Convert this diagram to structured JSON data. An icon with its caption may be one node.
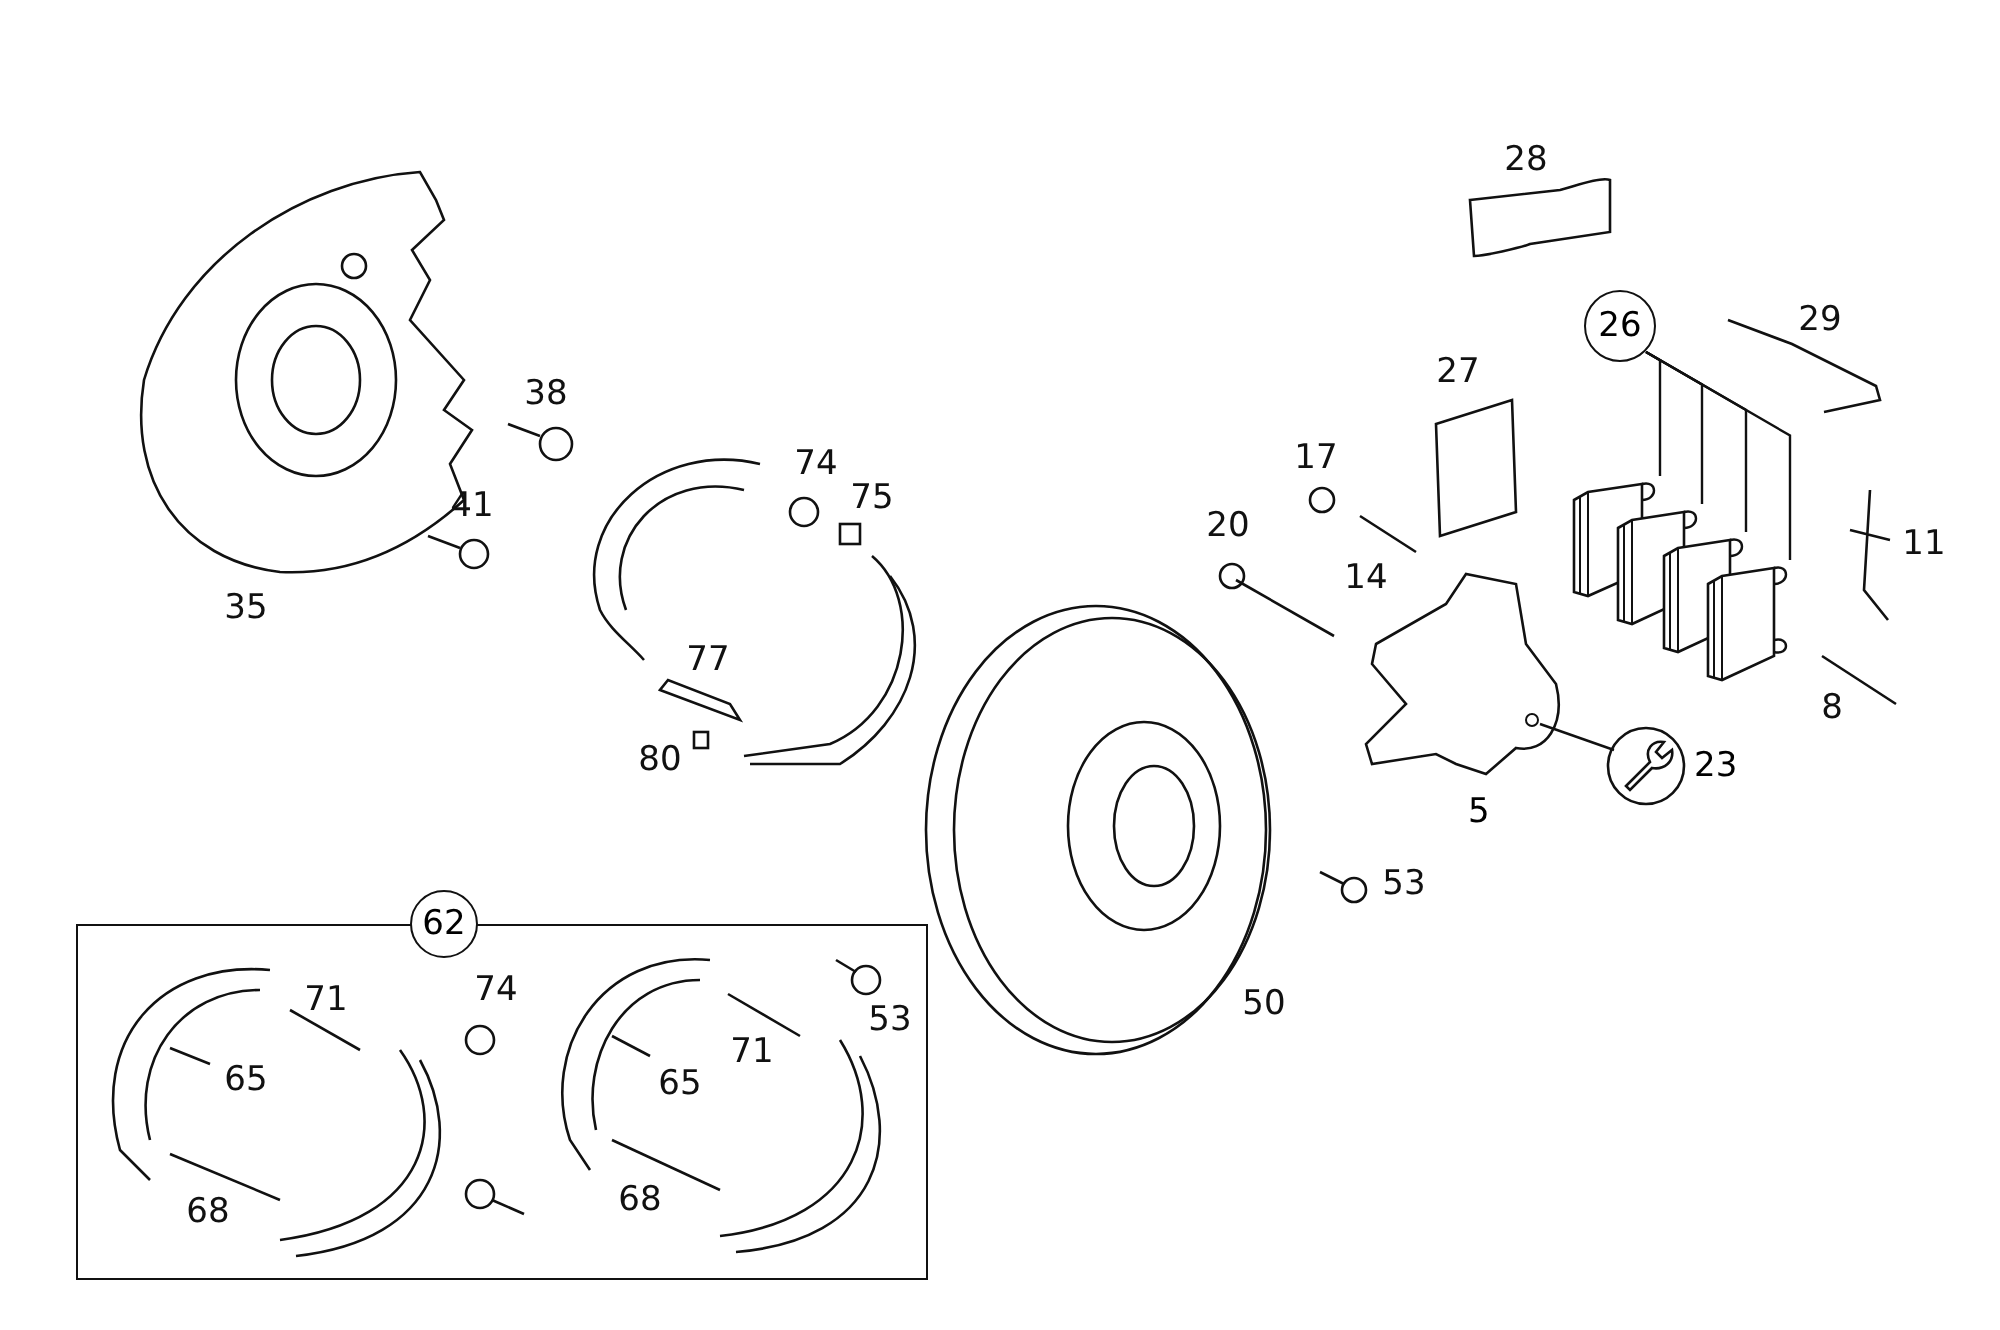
{
  "diagram": {
    "nodes": [
      {
        "text": [
          "62"
        ]
      },
      {
        "text": [
          "26"
        ]
      },
      {
        "text": [],
        "shape": "picture"
      },
      {
        "text": [],
        "shape": "picture"
      },
      {
        "text": [],
        "shape": "picture"
      },
      {
        "text": [],
        "shape": "picture"
      },
      {
        "text": [],
        "shape": "circle",
        "beside": [
          "23"
        ]
      },
      {
        "text": [],
        "shape": "picture",
        "beside": [
          "5"
        ]
      }
    ],
    "edges": [
      {
        "from": 1,
        "to": 2,
        "arrow": "none"
      },
      {
        "from": 1,
        "to": 3,
        "arrow": "none"
      },
      {
        "from": 1,
        "to": 4,
        "arrow": "none"
      },
      {
        "from": 1,
        "to": 5,
        "arrow": "none"
      },
      {
        "from": 6,
        "to": 7,
        "arrow": "none"
      }
    ],
    "labels": [
      "28",
      "29",
      "27",
      "38",
      "17",
      "74",
      "75",
      "41",
      "20",
      "11",
      "14",
      "35",
      "77",
      "8",
      "80",
      "53",
      "71",
      "74",
      "53",
      "65",
      "71",
      "65",
      "50",
      "68",
      "68"
    ]
  }
}
